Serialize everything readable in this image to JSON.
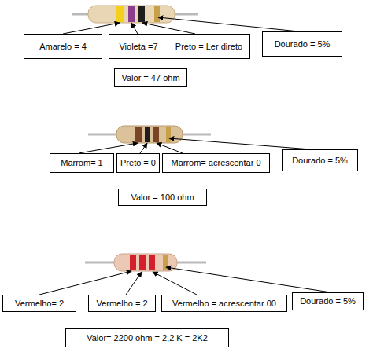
{
  "diagram": {
    "nodes": [
      {
        "text": [
          "Amarelo = 4"
        ]
      },
      {
        "text": [
          "Violeta =7"
        ]
      },
      {
        "text": [
          "Preto = Ler direto"
        ]
      },
      {
        "text": [
          "Dourado = 5%"
        ]
      },
      {
        "text": [
          "Valor = 47 ohm"
        ]
      },
      {
        "text": [
          "Marrom= 1"
        ]
      },
      {
        "text": [
          "Preto = 0"
        ]
      },
      {
        "text": [
          "Marrom= acrescentar 0"
        ]
      },
      {
        "text": [
          "Dourado = 5%"
        ]
      },
      {
        "text": [
          "Valor = 100 ohm"
        ]
      },
      {
        "text": [
          "Vermelho= 2"
        ]
      },
      {
        "text": [
          "Vermelho = 2"
        ]
      },
      {
        "text": [
          "Vermelho = acrescentar 00"
        ]
      },
      {
        "text": [
          "Dourado = 5%"
        ]
      },
      {
        "text": [
          "Valor= 2200 ohm = 2,2 K = 2K2"
        ]
      }
    ]
  }
}
